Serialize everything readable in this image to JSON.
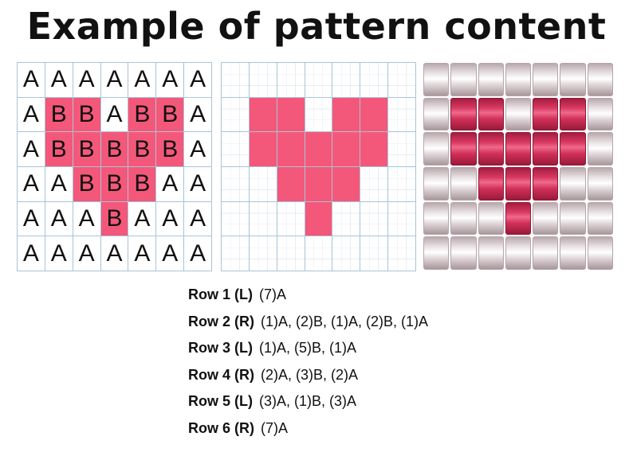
{
  "title": "Example of pattern content",
  "colors": {
    "A": "#ffffff",
    "B": "#f3587a",
    "bead_B": "#d2305a",
    "bead_A": "#e9e2e4"
  },
  "grid": [
    [
      "A",
      "A",
      "A",
      "A",
      "A",
      "A",
      "A"
    ],
    [
      "A",
      "B",
      "B",
      "A",
      "B",
      "B",
      "A"
    ],
    [
      "A",
      "B",
      "B",
      "B",
      "B",
      "B",
      "A"
    ],
    [
      "A",
      "A",
      "B",
      "B",
      "B",
      "A",
      "A"
    ],
    [
      "A",
      "A",
      "A",
      "B",
      "A",
      "A",
      "A"
    ],
    [
      "A",
      "A",
      "A",
      "A",
      "A",
      "A",
      "A"
    ]
  ],
  "instructions": [
    {
      "label": "Row 1 (L)",
      "text": "(7)A"
    },
    {
      "label": "Row 2 (R)",
      "text": "(1)A, (2)B, (1)A, (2)B, (1)A"
    },
    {
      "label": "Row 3 (L)",
      "text": "(1)A, (5)B, (1)A"
    },
    {
      "label": "Row 4 (R)",
      "text": "(2)A, (3)B, (2)A"
    },
    {
      "label": "Row 5 (L)",
      "text": "(3)A, (1)B, (3)A"
    },
    {
      "label": "Row 6 (R)",
      "text": "(7)A"
    }
  ]
}
